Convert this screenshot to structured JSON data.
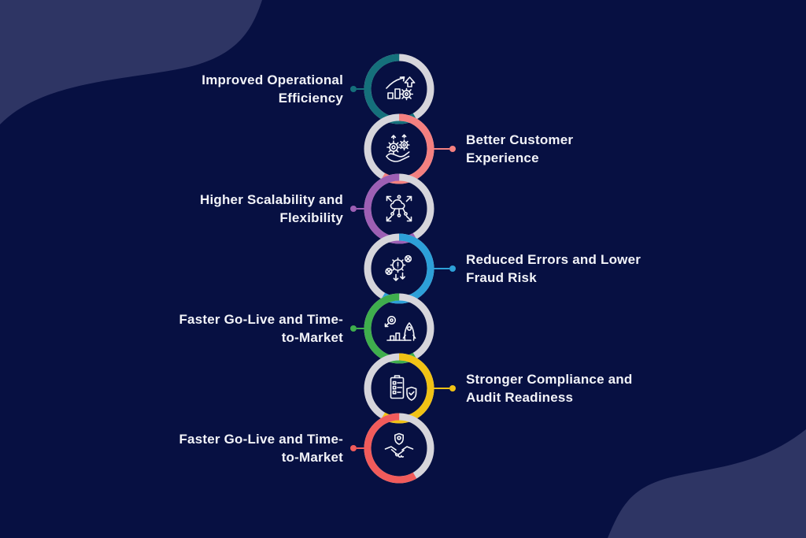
{
  "figure_type": "benefits-infographic",
  "palette": {
    "background": "#071042",
    "blob": "#2e3564",
    "ring_gray": "#d6d5db",
    "text": "#f2f3f8"
  },
  "items": [
    {
      "label": "Improved Operational Efficiency",
      "lines": [
        "Improved Operational",
        "Efficiency"
      ],
      "side": "left",
      "color": "#15707b",
      "icon": "growth-gear-icon"
    },
    {
      "label": "Better Customer Experience",
      "lines": [
        "Better Customer",
        "Experience"
      ],
      "side": "right",
      "color": "#f48080",
      "icon": "hand-gears-icon"
    },
    {
      "label": "Higher Scalability and Flexibility",
      "lines": [
        "Higher Scalability and",
        "Flexibility"
      ],
      "side": "left",
      "color": "#9d5fb4",
      "icon": "network-expand-icon"
    },
    {
      "label": "Reduced Errors and Lower Fraud Risk",
      "lines": [
        "Reduced Errors and Lower",
        "Fraud Risk"
      ],
      "side": "right",
      "color": "#2da0d8",
      "icon": "error-reduction-icon"
    },
    {
      "label": "Faster Go-Live and Time-to-Market",
      "lines": [
        "Faster Go-Live and Time-",
        "to-Market"
      ],
      "side": "left",
      "color": "#3fae4d",
      "icon": "rocket-launch-icon"
    },
    {
      "label": "Stronger Compliance and Audit Readiness",
      "lines": [
        "Stronger Compliance and",
        "Audit Readiness"
      ],
      "side": "right",
      "color": "#f1c215",
      "icon": "checklist-shield-icon"
    },
    {
      "label": "Faster Go-Live and Time-to-Market",
      "lines": [
        "Faster Go-Live and Time-",
        "to-Market"
      ],
      "side": "left",
      "color": "#f15b5b",
      "icon": "handshake-shield-icon"
    }
  ]
}
